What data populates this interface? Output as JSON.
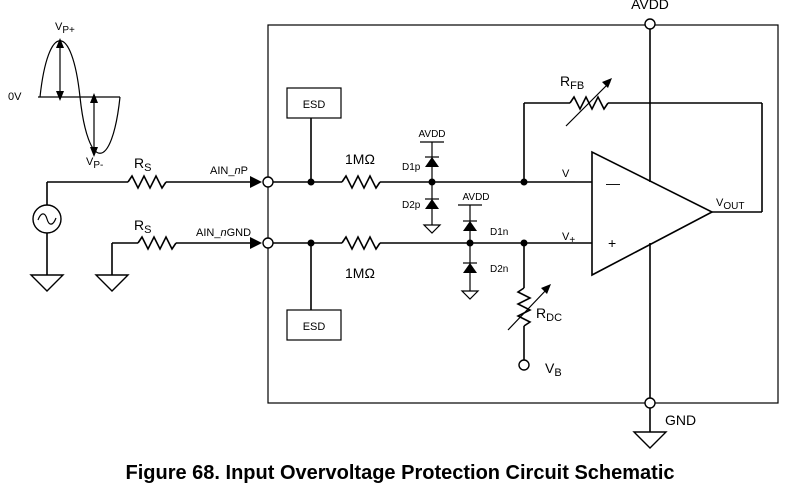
{
  "caption": "Figure 68.  Input Overvoltage Protection Circuit Schematic",
  "labels": {
    "avdd_top": "AVDD",
    "gnd": "GND",
    "vp_plus": "V",
    "vp_plus_sub": "P+",
    "vp_minus": "V",
    "vp_minus_sub": "P-",
    "zero_v": "0V",
    "rs": "R",
    "rs_sub": "S",
    "ain_p_prefix": "AIN_",
    "ain_p_italic": "n",
    "ain_p_suffix": "P",
    "ain_gnd_prefix": "AIN_",
    "ain_gnd_italic": "n",
    "ain_gnd_suffix": "GND",
    "esd": "ESD",
    "res_1m": "1MΩ",
    "avdd_small": "AVDD",
    "d1p": "D1p",
    "d2p": "D2p",
    "d1n": "D1n",
    "d2n": "D2n",
    "v_minus": "V",
    "v_minus_sub": "_",
    "v_plus": "V",
    "v_plus_sub": "+",
    "rfb": "R",
    "rfb_sub": "FB",
    "vout": "V",
    "vout_sub": "OUT",
    "opamp_minus": "—",
    "opamp_plus": "+",
    "rdc": "R",
    "rdc_sub": "DC",
    "vb": "V",
    "vb_sub": "B"
  }
}
